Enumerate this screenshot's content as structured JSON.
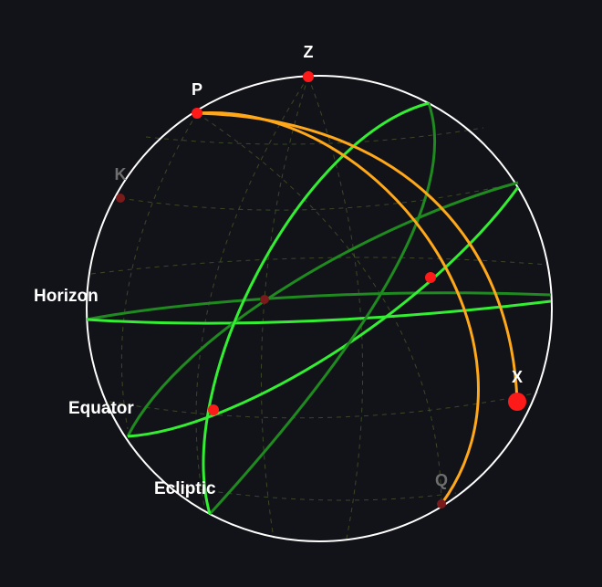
{
  "colors": {
    "background": "#121318",
    "sphere_outline": "#ffffff",
    "grid": "#4a5a2a",
    "great_circle_bright": "#33ee33",
    "great_circle_dark": "#1f8a1f",
    "arc": "#ffa81a",
    "point": "#ff1a1a",
    "hidden_point": "#7a1a1a"
  },
  "points": [
    {
      "id": "Z",
      "label": "Z",
      "visible": true
    },
    {
      "id": "P",
      "label": "P",
      "visible": true
    },
    {
      "id": "K",
      "label": "K",
      "visible": false
    },
    {
      "id": "X",
      "label": "X",
      "visible": true
    },
    {
      "id": "Q",
      "label": "Q",
      "visible": false
    }
  ],
  "circles": [
    {
      "id": "horizon",
      "label": "Horizon"
    },
    {
      "id": "equator",
      "label": "Equator"
    },
    {
      "id": "ecliptic",
      "label": "Ecliptic"
    }
  ]
}
